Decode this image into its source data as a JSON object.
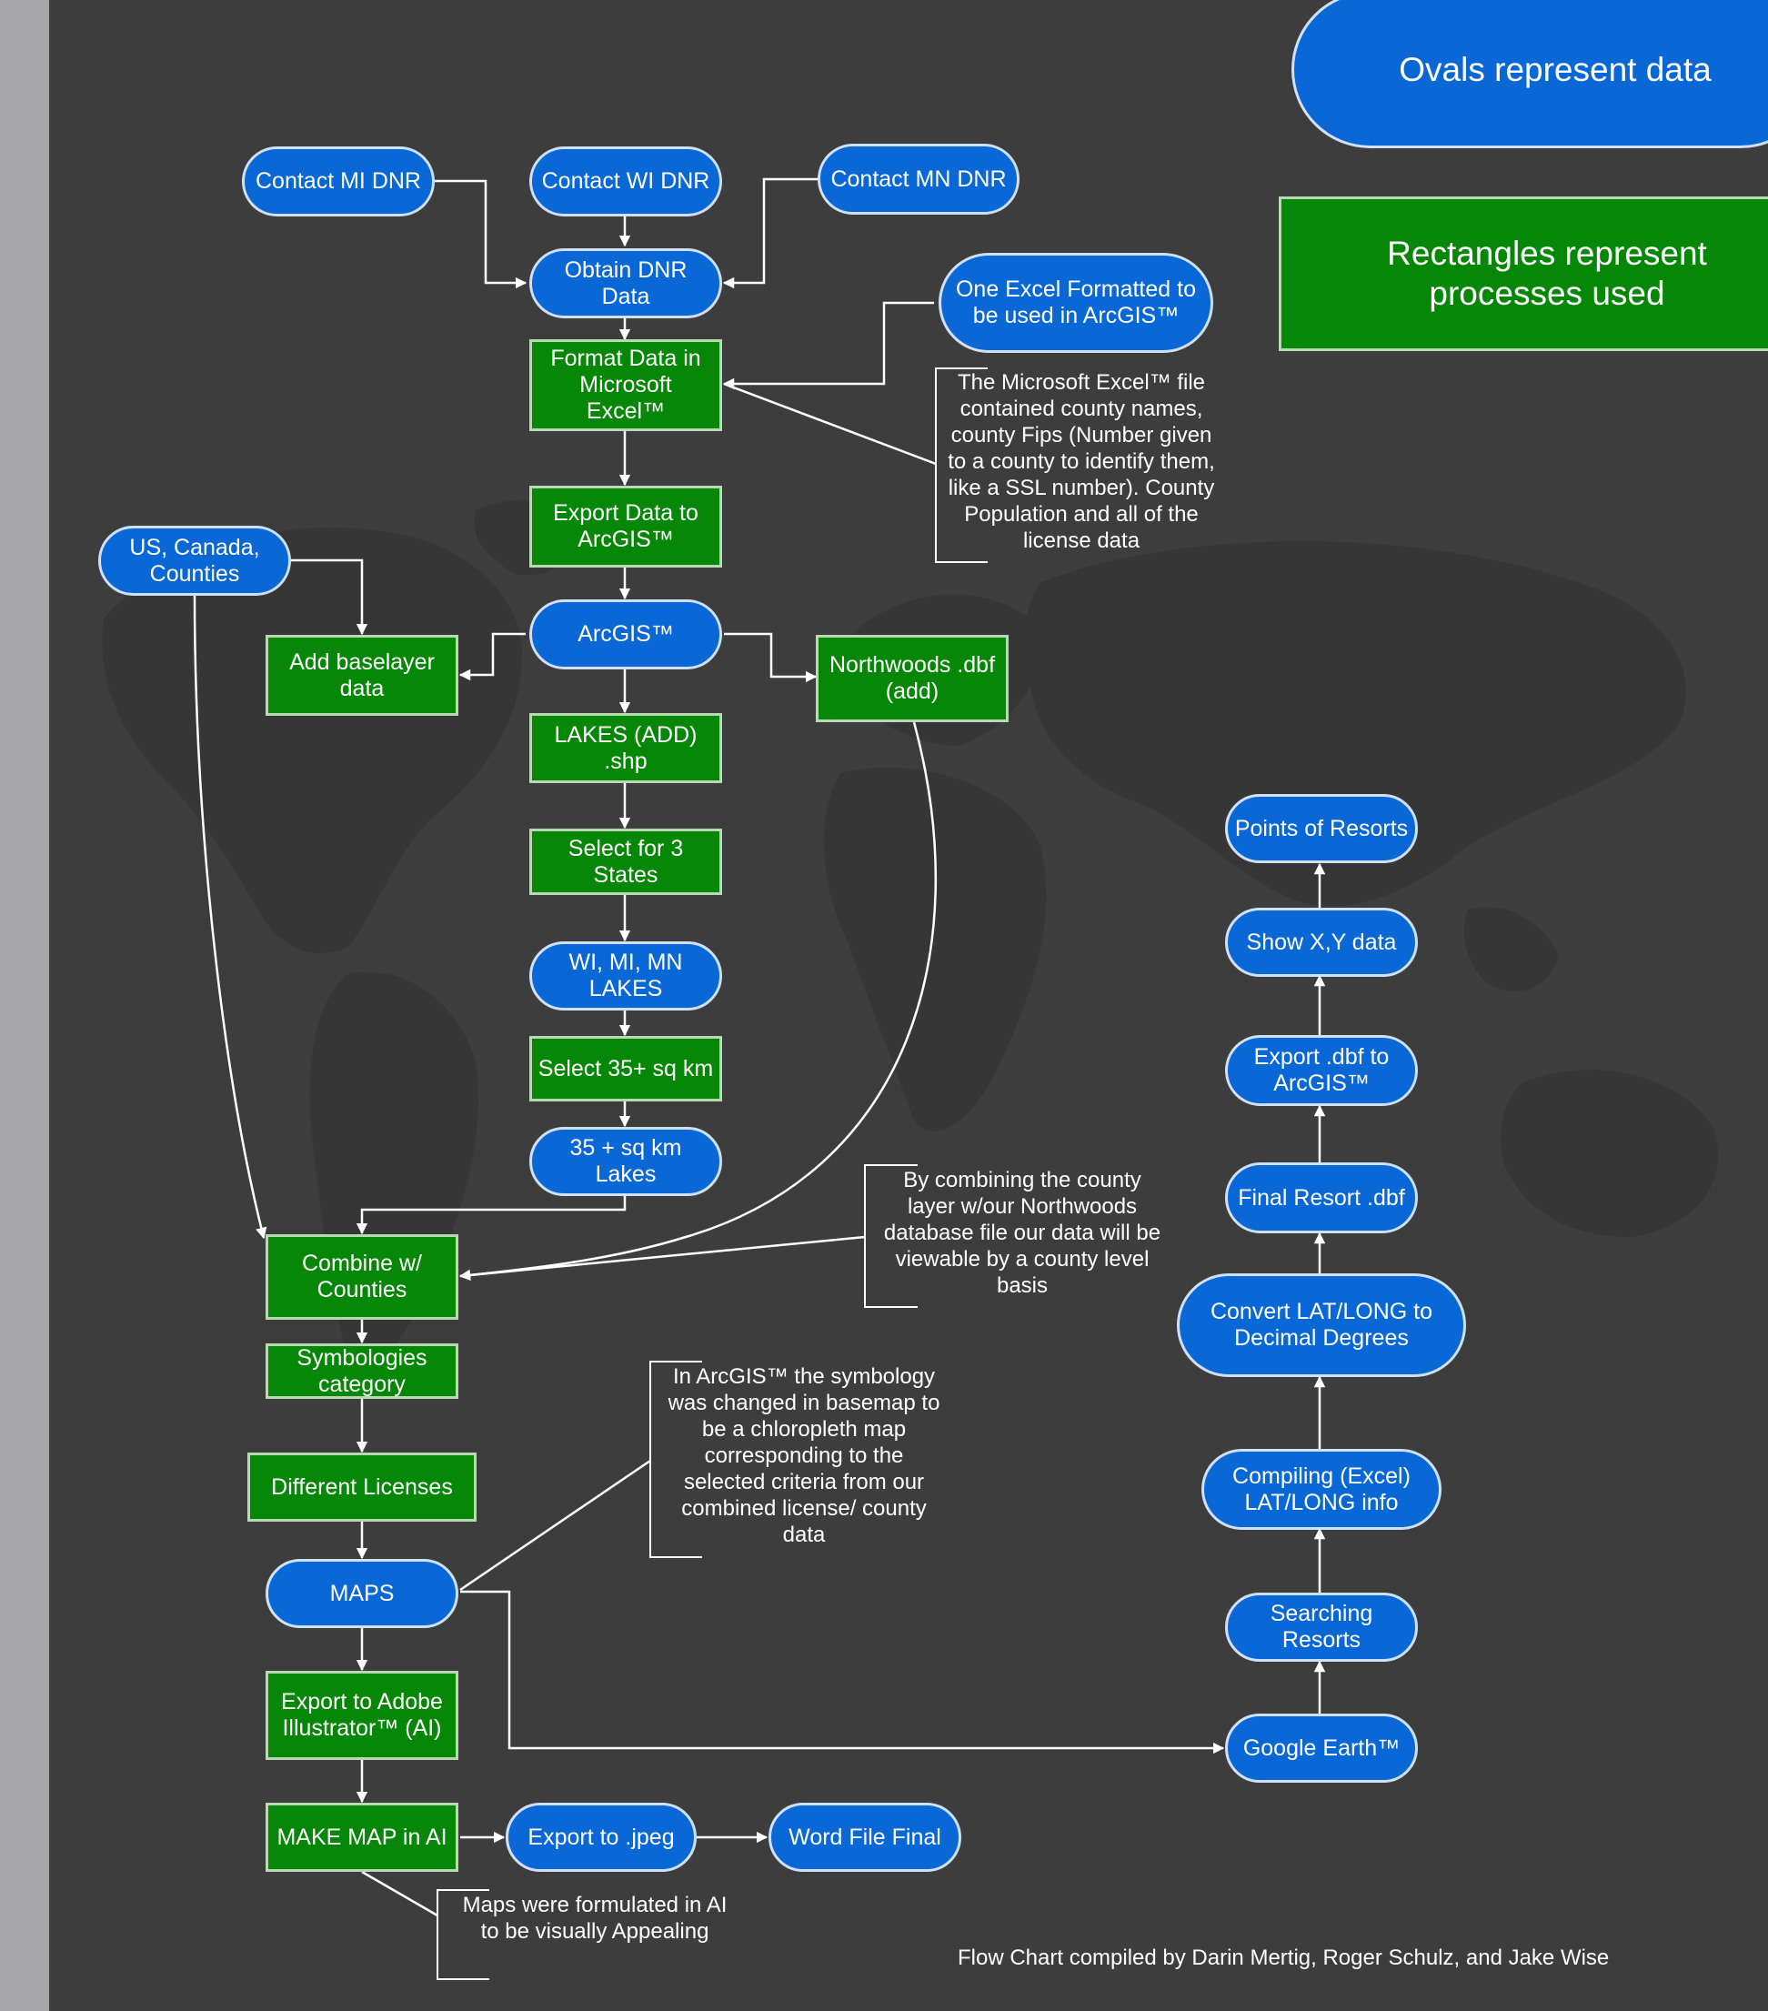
{
  "colors": {
    "background": "#3d3d3d",
    "oval_fill": "#0a67d6",
    "rect_fill": "#078707",
    "connector": "#ffffff"
  },
  "legend": {
    "oval_label": "Ovals represent data",
    "rect_label": "Rectangles represent\nprocesses used"
  },
  "nodes": {
    "contact_mi": "Contact MI DNR",
    "contact_wi": "Contact WI DNR",
    "contact_mn": "Contact MN DNR",
    "obtain_dnr": "Obtain  DNR\nData",
    "excel_formatted": "One Excel Formatted to\nbe used in ArcGIS™",
    "format_excel": "Format Data in\nMicrosoft\nExcel™",
    "export_arcgis": "Export Data to\nArcGIS™",
    "us_canada": "US, Canada,\nCounties",
    "arcgis": "ArcGIS™",
    "add_baselayer": "Add baselayer\ndata",
    "northwoods": "Northwoods .dbf\n(add)",
    "lakes_add": "LAKES (ADD)\n.shp",
    "select_states": "Select for 3\nStates",
    "wi_mi_mn_lakes": "WI, MI, MN\nLAKES",
    "select_35": "Select 35+ sq km",
    "lakes_35": "35 + sq km\nLakes",
    "combine_counties": "Combine w/\nCounties",
    "symbologies": "Symbologies\ncategory",
    "different_licenses": "Different Licenses",
    "maps": "MAPS",
    "export_ai": "Export to Adobe\nIllustrator™ (AI)",
    "make_map_ai": "MAKE MAP in AI",
    "export_jpeg": "Export to .jpeg",
    "word_final": "Word File Final",
    "points_resorts": "Points of Resorts",
    "show_xy": "Show X,Y data",
    "export_dbf": "Export .dbf to\nArcGIS™",
    "final_resort": "Final Resort .dbf",
    "convert_latlong": "Convert LAT/LONG to\nDecimal Degrees",
    "compiling": "Compiling (Excel)\nLAT/LONG info",
    "searching": "Searching\nResorts",
    "google_earth": "Google Earth™"
  },
  "notes": {
    "excel_note": "The Microsoft Excel™ file\ncontained county names,\ncounty Fips (Number given\nto a county to identify them,\nlike a SSL number). County\nPopulation and all of the\nlicense data",
    "combine_note": "By combining the county\nlayer w/our Northwoods\ndatabase file our data will be\nviewable by a county level\nbasis",
    "symbology_note": "In ArcGIS™ the symbology\nwas changed in basemap to\nbe a chloropleth map\ncorresponding to the\nselected criteria from our\ncombined license/ county\ndata",
    "ai_note": "Maps were formulated in AI\nto be visually Appealing"
  },
  "credit": "Flow Chart compiled by Darin Mertig, Roger Schulz, and Jake Wise"
}
